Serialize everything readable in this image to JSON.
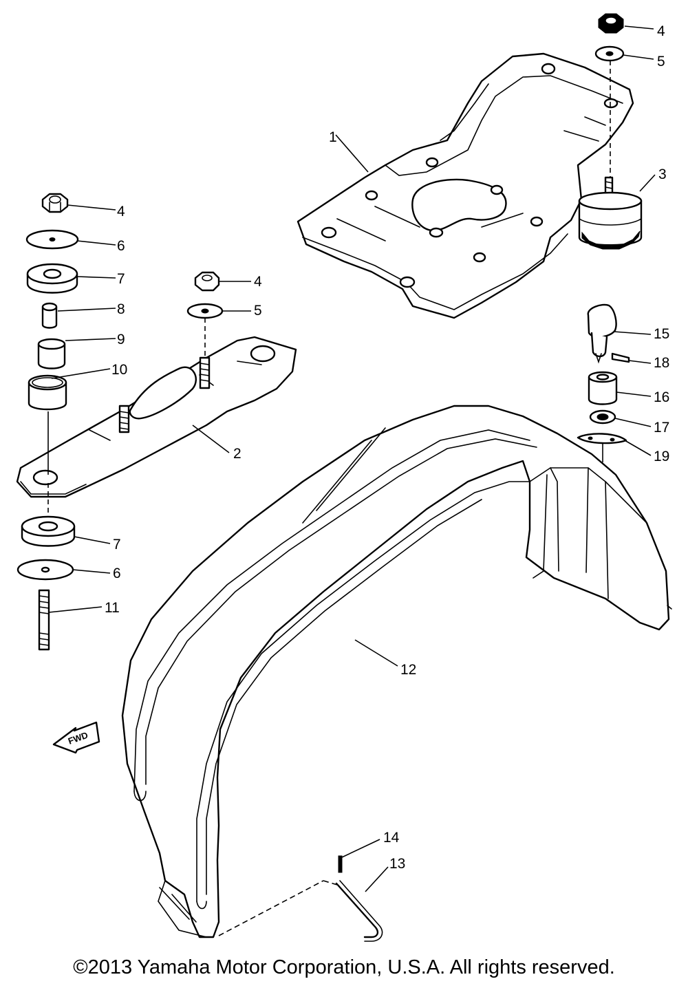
{
  "diagram": {
    "callouts": {
      "p1": "1",
      "p2": "2",
      "p3": "3",
      "p4": "4",
      "p5": "5",
      "p6": "6",
      "p7": "7",
      "p8": "8",
      "p9": "9",
      "p10": "10",
      "p11": "11",
      "p12": "12",
      "p13": "13",
      "p14": "14",
      "p15": "15",
      "p16": "16",
      "p17": "17",
      "p18": "18",
      "p19": "19"
    },
    "fwd_label": "FWD",
    "copyright": "©2013 Yamaha Motor Corporation, U.S.A. All rights reserved."
  }
}
